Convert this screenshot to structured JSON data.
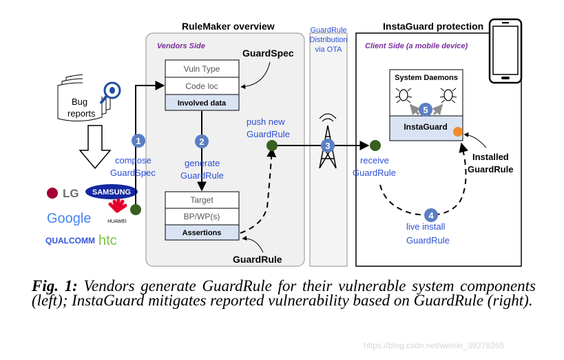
{
  "diagram": {
    "titles": {
      "rulemaker": "RuleMaker overview",
      "distribution": [
        "GuardRule",
        "Distribution",
        "via OTA"
      ],
      "instaguard": "InstaGuard protection"
    },
    "vendors_side": "Vendors Side",
    "client_side": "Client Side (a mobile device)",
    "guardspec_label": "GuardSpec",
    "guardspec_box": [
      "Vuln Type",
      "Code loc",
      "Involved data"
    ],
    "guardrule_box": [
      "Target",
      "BP/WP(s)",
      "Assertions"
    ],
    "guardrule_label": "GuardRule",
    "bug_reports": [
      "Bug",
      "reports"
    ],
    "vendors": [
      "LG",
      "SAMSUNG",
      "Google",
      "HUAWEI",
      "QUALCOMM",
      "htc"
    ],
    "steps": {
      "s1": {
        "num": "1",
        "text": [
          "compose",
          "GuardSpec"
        ]
      },
      "s2": {
        "num": "2",
        "text": [
          "generate",
          "GuardRule"
        ]
      },
      "push": [
        "push new",
        "GuardRule"
      ],
      "s3": {
        "num": "3"
      },
      "receive": [
        "receive",
        "GuardRule"
      ],
      "s4": {
        "num": "4",
        "text": [
          "live install",
          "GuardRule"
        ]
      },
      "s5": {
        "num": "5"
      }
    },
    "system_daemons": "System Daemons",
    "instaguard": "InstaGuard",
    "installed": [
      "Installed",
      "GuardRule"
    ]
  },
  "caption": {
    "fig_label": "Fig. 1:",
    "text": "Vendors generate GuardRule for their vulnerable system components (left); InstaGuard mitigates reported vulnerability based on GuardRule (right)."
  },
  "watermark": "https://blog.csdn.net/weixin_39278265"
}
